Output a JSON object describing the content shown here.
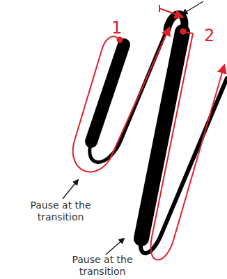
{
  "diagram": {
    "labels": [
      "1",
      "2",
      "Pause at the transition",
      "Pause at the transition"
    ]
  }
}
